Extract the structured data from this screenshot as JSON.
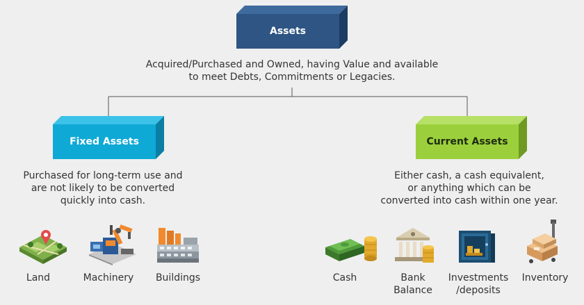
{
  "root": {
    "title": "Assets",
    "description_line1": "Acquired/Purchased and Owned, having Value and available",
    "description_line2": "to meet Debts, Commitments or Legacies."
  },
  "fixed": {
    "title": "Fixed Assets",
    "description_line1": "Purchased for long-term use and",
    "description_line2": "are not likely to be converted",
    "description_line3": "quickly into cash.",
    "items": [
      {
        "label": "Land",
        "icon": "land-icon"
      },
      {
        "label": "Machinery",
        "icon": "machinery-icon"
      },
      {
        "label": "Buildings",
        "icon": "buildings-icon"
      }
    ]
  },
  "current": {
    "title": "Current Assets",
    "description_line1": "Either cash, a cash equivalent,",
    "description_line2": "or anything which can be",
    "description_line3": "converted into cash within one year.",
    "items": [
      {
        "label": "Cash",
        "icon": "cash-icon"
      },
      {
        "label_line1": "Bank",
        "label_line2": "Balance",
        "icon": "bank-icon"
      },
      {
        "label_line1": "Investments",
        "label_line2": "/deposits",
        "icon": "safe-icon"
      },
      {
        "label": "Inventory",
        "icon": "inventory-icon"
      }
    ]
  },
  "colors": {
    "root_box": "#2e5584",
    "fixed_box": "#0fa9d6",
    "current_box": "#9bd03c",
    "connector": "#555555"
  }
}
